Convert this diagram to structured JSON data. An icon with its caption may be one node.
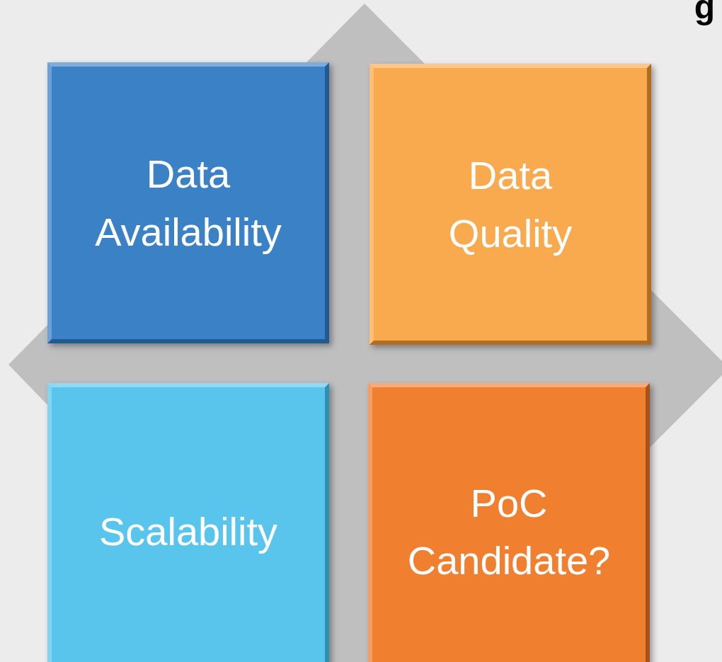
{
  "diagram": {
    "nodes": [
      {
        "text": [
          "Data Availability"
        ]
      },
      {
        "text": [
          "Data Quality"
        ]
      },
      {
        "text": [
          "Scalability"
        ]
      },
      {
        "text": [
          "PoC Candidate?"
        ]
      }
    ],
    "labels": [
      "g"
    ]
  }
}
